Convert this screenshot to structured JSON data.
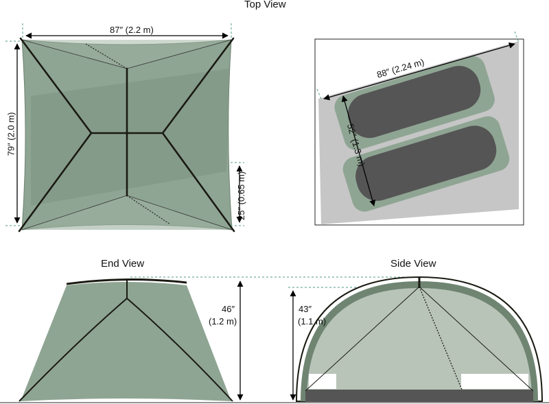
{
  "titles": {
    "top_view": "Top View",
    "end_view": "End View",
    "side_view": "Side View"
  },
  "dimensions": {
    "top_width": "87″ (2.2 m)",
    "top_depth": "79″ (2.0 m)",
    "vestibule": "25″ (0.65 m)",
    "floor_length": "88″ (2.24 m)",
    "floor_width": "52″ (1.3 m)",
    "end_height_in": "46″",
    "end_height_m": "(1.2 m)",
    "side_height_in": "43″",
    "side_height_m": "(1.1 m)"
  },
  "colors": {
    "fly_green": "#8fa593",
    "fly_green_dark": "#7b917f",
    "pole": "#1a1a12",
    "floor_gray": "#c6c6c6",
    "pad": "#555555",
    "guide": "#4d9a8a"
  }
}
